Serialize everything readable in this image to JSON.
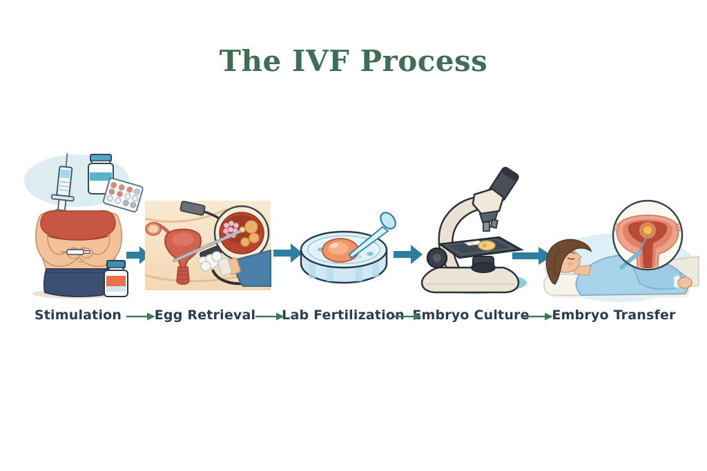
{
  "title": "The IVF Process",
  "steps": [
    {
      "label": "Stimulation",
      "icon": "hormone-injection-illustration"
    },
    {
      "label": "Egg Retrieval",
      "icon": "egg-retrieval-procedure-illustration"
    },
    {
      "label": "Lab Fertilization",
      "icon": "petri-dish-pipette-illustration"
    },
    {
      "label": "Embryo Culture",
      "icon": "microscope-illustration"
    },
    {
      "label": "Embryo Transfer",
      "icon": "embryo-transfer-patient-illustration"
    }
  ],
  "colors": {
    "background": "#ffffff",
    "title_green": "#3f6e55",
    "label_navy": "#2b3c4e",
    "step_arrow_teal": "#2e7f9f",
    "label_arrow_green": "#3e7b5c"
  }
}
